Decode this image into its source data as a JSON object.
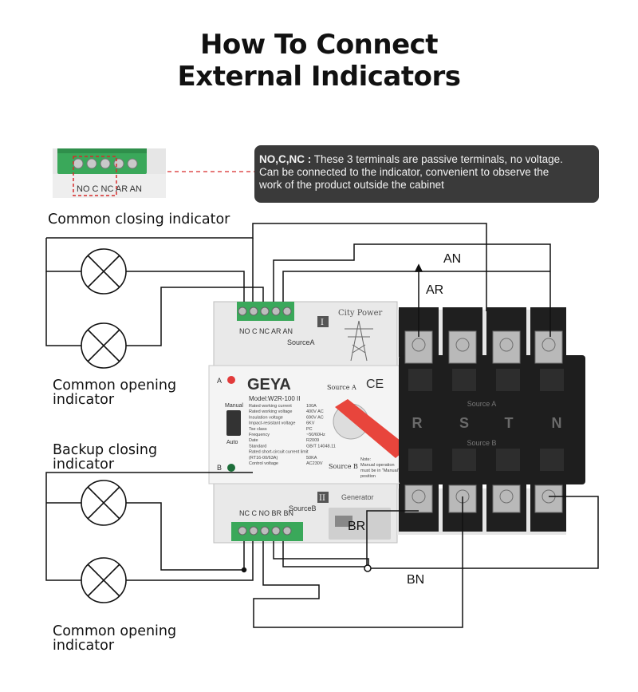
{
  "title": {
    "line1": "How To Connect",
    "line2": "External Indicators"
  },
  "info": {
    "heading": "NO,C,NC :",
    "line1": "These 3 terminals are passive terminals, no voltage.",
    "line2": "Can be connected to the indicator, convenient to observe the",
    "line3": "work of the product outside the cabinet"
  },
  "terminal_strip_label": "NO C NC AR AN",
  "indicators": {
    "common_closing": "Common closing indicator",
    "common_opening_1": [
      "Common opening",
      "indicator"
    ],
    "backup_closing": [
      "Backup closing",
      "indicator"
    ],
    "common_opening_2": [
      "Common opening",
      "indicator"
    ]
  },
  "wires": {
    "an": "AN",
    "ar": "AR",
    "br": "BR",
    "bn": "BN"
  },
  "device": {
    "top_terminals_label": "NO C NC AR AN",
    "source_a": "SourceA",
    "city_power": "City Power",
    "roman_1": "I",
    "roman_2": "II",
    "brand": "GEYA",
    "model": "Model:W2R-100  II",
    "source_a_small": "Source A",
    "source_b_small": "Source B",
    "manual": "Manual",
    "auto": "Auto",
    "led_a": "A",
    "led_b": "B",
    "ce": "CE",
    "specs": [
      [
        "Rated working current",
        "100A"
      ],
      [
        "Rated working voltage",
        "400V AC"
      ],
      [
        "Insulation voltage",
        "690V AC"
      ],
      [
        "Impact-resistant voltage",
        "6KV"
      ],
      [
        "Tse class",
        "PC"
      ],
      [
        "Frequency",
        "~50/60Hz"
      ],
      [
        "Date",
        "R2009"
      ],
      [
        "Standard",
        "GB/T 14048.11"
      ],
      [
        "Rated short-circuit current limit",
        ""
      ],
      [
        "(RT16-00/63A)",
        "50KA"
      ],
      [
        "Control voltage",
        "AC230V"
      ]
    ],
    "note": [
      "Note:",
      "Manual operation",
      "must be in \"Manual\"",
      "position"
    ],
    "bottom_terminals_label": "NC C NO BR BN",
    "source_b": "SourceB",
    "generator": "Generator",
    "cover_source_a": "Source A",
    "cover_source_b": "Source B",
    "phases": [
      "R",
      "S",
      "T",
      "N"
    ]
  },
  "colors": {
    "terminal_green": "#3aa85a",
    "cover_black": "#1e1e1e",
    "handle_red": "#e8453c",
    "info_bg": "#3a3a3a"
  }
}
